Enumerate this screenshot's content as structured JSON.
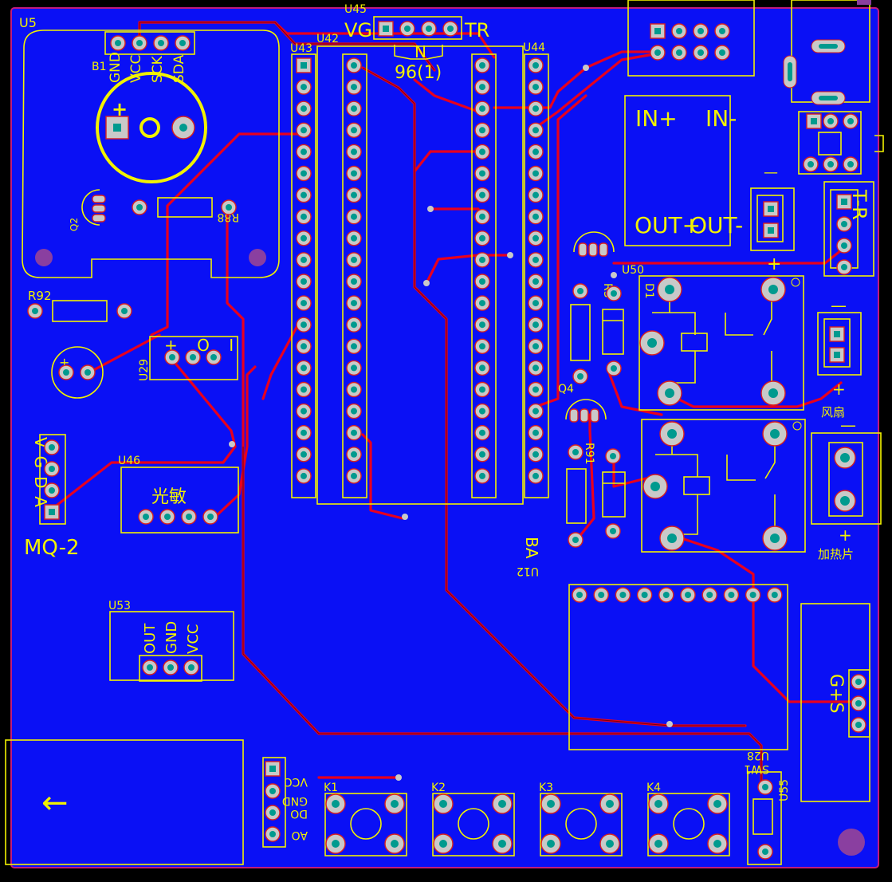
{
  "board": {
    "colors": {
      "background": "#000000",
      "copper": "#0a10f5",
      "silkscreen": "#f2f200",
      "trace": "#e8001e",
      "pad": "#c9c9c9",
      "hole": "#009a8e",
      "mount_hole": "#8a3fa0",
      "outline": "#c21b7d"
    }
  },
  "labels": {
    "u5": "U5",
    "b1": "B1",
    "gnd": "GND",
    "vcc": "VCC",
    "sck": "SCK",
    "sda": "SDA",
    "plus": "+",
    "q2": "Q2",
    "r88": "R88",
    "r92": "R92",
    "u29": "U29",
    "u29_pins": "+ O I",
    "u46": "U46",
    "guangmin": "光敏",
    "mq2_pins": "VGDA",
    "mq2": "MQ-2",
    "u53": "U53",
    "out": "OUT",
    "u43": "U43",
    "u42": "U42",
    "u45": "U45",
    "vg": "VG",
    "tr": "TR",
    "n": "N",
    "sixty_nine": "96(1)",
    "u44": "U44",
    "in_plus": "IN+",
    "in_minus": "IN-",
    "outplus": "OUT+",
    "outminus": "OUT-",
    "minus": "—",
    "u50": "U50",
    "r3": "R3",
    "d1": "D1",
    "q4": "Q4",
    "r91": "R91",
    "fan": "风扇",
    "heater": "加热片",
    "tr_label": "T-R",
    "b_a": "BA",
    "u12": "U12",
    "g_plus_s": "G+S",
    "u28": "U28",
    "sw1": "SW1",
    "u55": "U55",
    "k1": "K1",
    "k2": "K2",
    "k3": "K3",
    "k4": "K4",
    "vcc_lower": "VCC",
    "gnd_lower": "GND",
    "do": "DO",
    "ao": "AO",
    "arrow": "←"
  }
}
